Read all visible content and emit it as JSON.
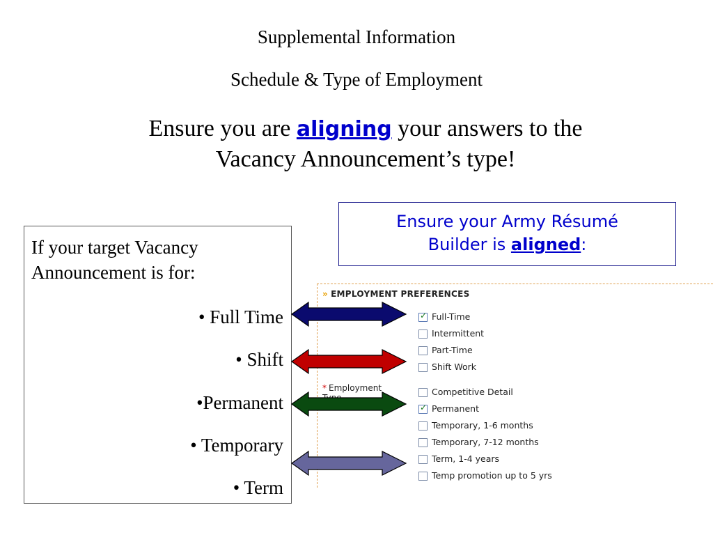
{
  "slide": {
    "title": "Supplemental Information",
    "subtitle": "Schedule & Type of  Employment",
    "headline": {
      "part1": "Ensure you are ",
      "link": "aligning",
      "part2": " your answers to the",
      "line2": "Vacancy Announcement’s type!"
    }
  },
  "builder_box": {
    "line1": "Ensure your Army Résumé",
    "line2_prefix": "Builder is ",
    "line2_link": "aligned",
    "line2_suffix": ":"
  },
  "vacancy_box": {
    "intro": "If your target Vacancy Announcement is for:",
    "items": [
      "• Full Time",
      "• Shift",
      "•Permanent",
      "• Temporary",
      "• Term"
    ]
  },
  "form": {
    "header": "EMPLOYMENT PREFERENCES",
    "employment_type_label": "Employment Type",
    "schedule_options": [
      {
        "label": "Full-Time",
        "checked": true
      },
      {
        "label": "Intermittent",
        "checked": false
      },
      {
        "label": "Part-Time",
        "checked": false
      },
      {
        "label": "Shift Work",
        "checked": false
      }
    ],
    "type_options": [
      {
        "label": "Competitive Detail",
        "checked": false
      },
      {
        "label": "Permanent",
        "checked": true
      },
      {
        "label": "Temporary, 1-6 months",
        "checked": false
      },
      {
        "label": "Temporary, 7-12 months",
        "checked": false
      },
      {
        "label": "Term, 1-4 years",
        "checked": false
      },
      {
        "label": "Temp promotion up to 5 yrs",
        "checked": false
      }
    ]
  },
  "colors": {
    "arrow_full_time": "#0a0a6e",
    "arrow_shift": "#c00000",
    "arrow_permanent": "#0a4a10",
    "arrow_term": "#66669c",
    "link_blue": "#0000cc",
    "panel_border": "#e0a050"
  },
  "icons": {
    "header_chevron": "double-chevron-right-icon",
    "checkmark": "checkmark-icon"
  }
}
